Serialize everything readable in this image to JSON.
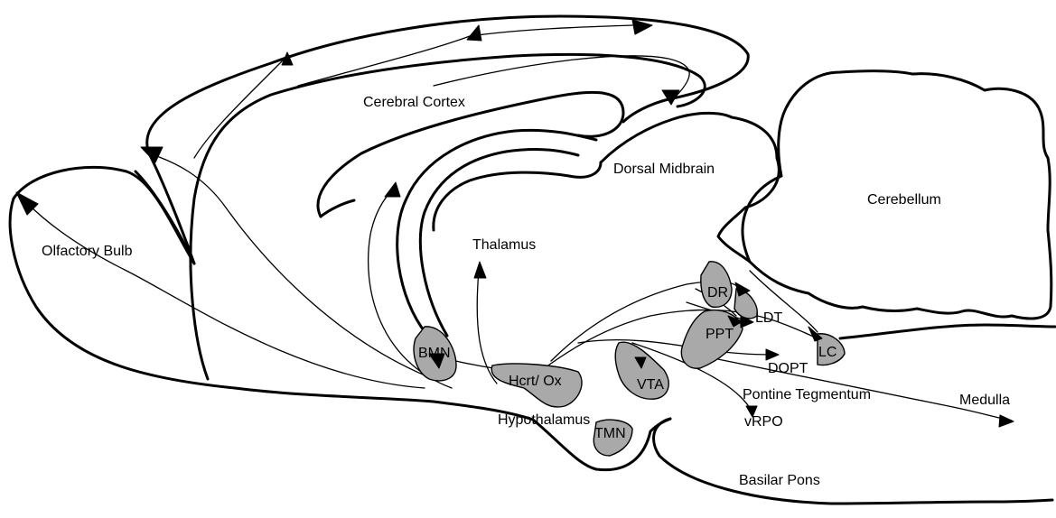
{
  "regions": {
    "cerebral_cortex": "Cerebral Cortex",
    "olfactory_bulb": "Olfactory Bulb",
    "thalamus": "Thalamus",
    "dorsal_midbrain": "Dorsal Midbrain",
    "cerebellum": "Cerebellum",
    "hypothalamus": "Hypothalamus",
    "pontine_tegmentum": "Pontine Tegmentum",
    "medulla": "Medulla",
    "basilar_pons": "Basilar Pons"
  },
  "nuclei": {
    "bmn": "BMN",
    "hcrt_ox": "Hcrt/ Ox",
    "vta": "VTA",
    "tmn": "TMN",
    "dr": "DR",
    "ldt": "LDT",
    "ppt": "PPT",
    "lc": "LC",
    "dopt": "DOPT",
    "vrpo": "vRPO"
  },
  "colors": {
    "nucleus_fill": "#a9a9a9",
    "outline": "#000000"
  }
}
